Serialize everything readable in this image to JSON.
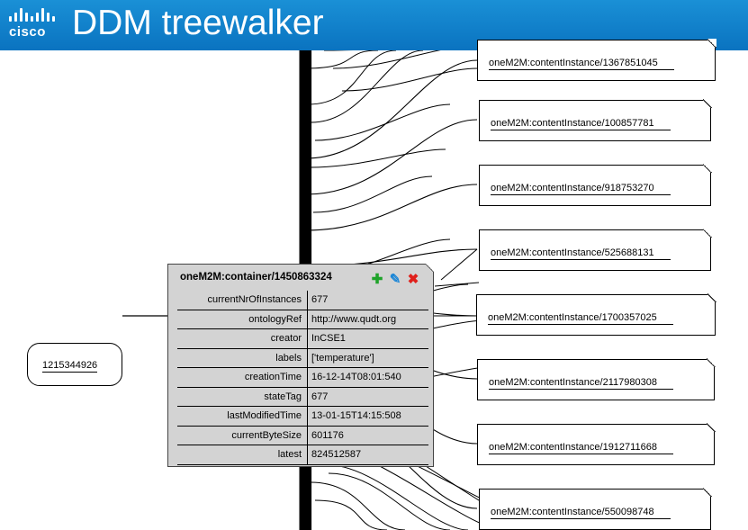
{
  "header": {
    "logo_text": "cisco",
    "title": "DDM treewalker"
  },
  "root_node": {
    "label": "1215344926"
  },
  "children": [
    {
      "label": "oneM2M:contentInstance/1367851045"
    },
    {
      "label": "oneM2M:contentInstance/100857781"
    },
    {
      "label": "oneM2M:contentInstance/918753270"
    },
    {
      "label": "oneM2M:contentInstance/525688131"
    },
    {
      "label": "oneM2M:contentInstance/1700357025"
    },
    {
      "label": "oneM2M:contentInstance/2117980308"
    },
    {
      "label": "oneM2M:contentInstance/1912711668"
    },
    {
      "label": "oneM2M:contentInstance/550098748"
    }
  ],
  "popup": {
    "title": "oneM2M:container/1450863324",
    "icons": [
      "add-icon",
      "edit-icon",
      "delete-icon"
    ],
    "properties": [
      {
        "key": "currentNrOfInstances",
        "value": "677"
      },
      {
        "key": "ontologyRef",
        "value": "http://www.qudt.org"
      },
      {
        "key": "creator",
        "value": "InCSE1"
      },
      {
        "key": "labels",
        "value": "['temperature']"
      },
      {
        "key": "creationTime",
        "value": "16-12-14T08:01:540"
      },
      {
        "key": "stateTag",
        "value": "677"
      },
      {
        "key": "lastModifiedTime",
        "value": "13-01-15T14:15:508"
      },
      {
        "key": "currentByteSize",
        "value": "601176"
      },
      {
        "key": "latest",
        "value": "824512587"
      }
    ]
  },
  "colors": {
    "header": "#0a73c0",
    "popup_bg": "#d3d3d3",
    "add": "#1fa32a",
    "edit": "#1c86d6",
    "delete": "#e0201b"
  }
}
